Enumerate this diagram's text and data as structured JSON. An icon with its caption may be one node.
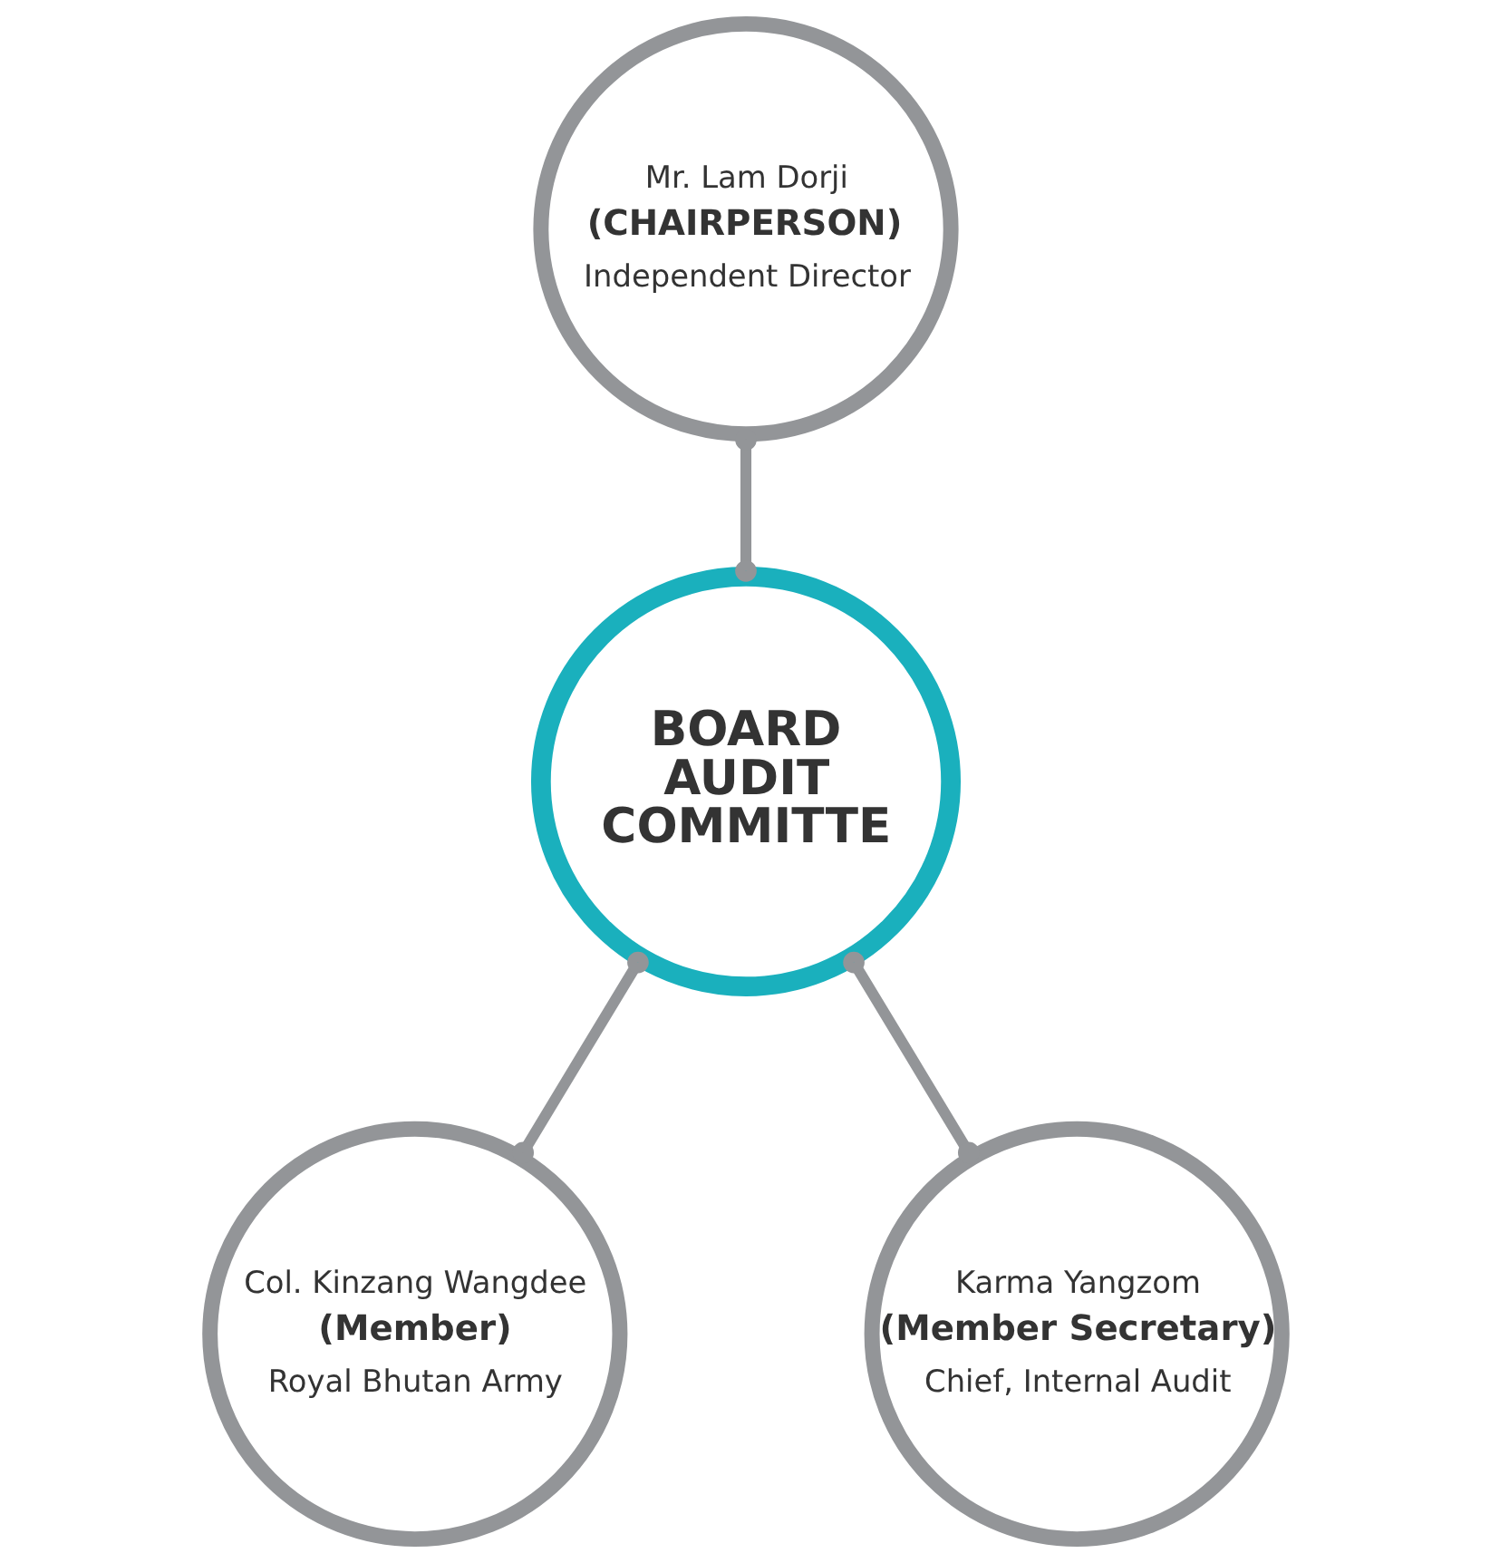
{
  "diagram": {
    "nodes": [
      {
        "text": [
          "BOARD AUDIT COMMITTE"
        ]
      },
      {
        "text": [
          "Mr. Lam Dorji",
          "(CHAIRPERSON)",
          "Independent Director"
        ]
      },
      {
        "text": [
          "Col. Kinzang Wangdee",
          "(Member)",
          "Royal Bhutan Army"
        ]
      },
      {
        "text": [
          "Karma Yangzom",
          "(Member Secretary)",
          "Chief, Internal Audit"
        ]
      }
    ],
    "edges": [
      {
        "from": 1,
        "to": 0,
        "arrow": "other"
      },
      {
        "from": 0,
        "to": 2,
        "arrow": "other"
      },
      {
        "from": 0,
        "to": 3,
        "arrow": "other"
      }
    ]
  }
}
